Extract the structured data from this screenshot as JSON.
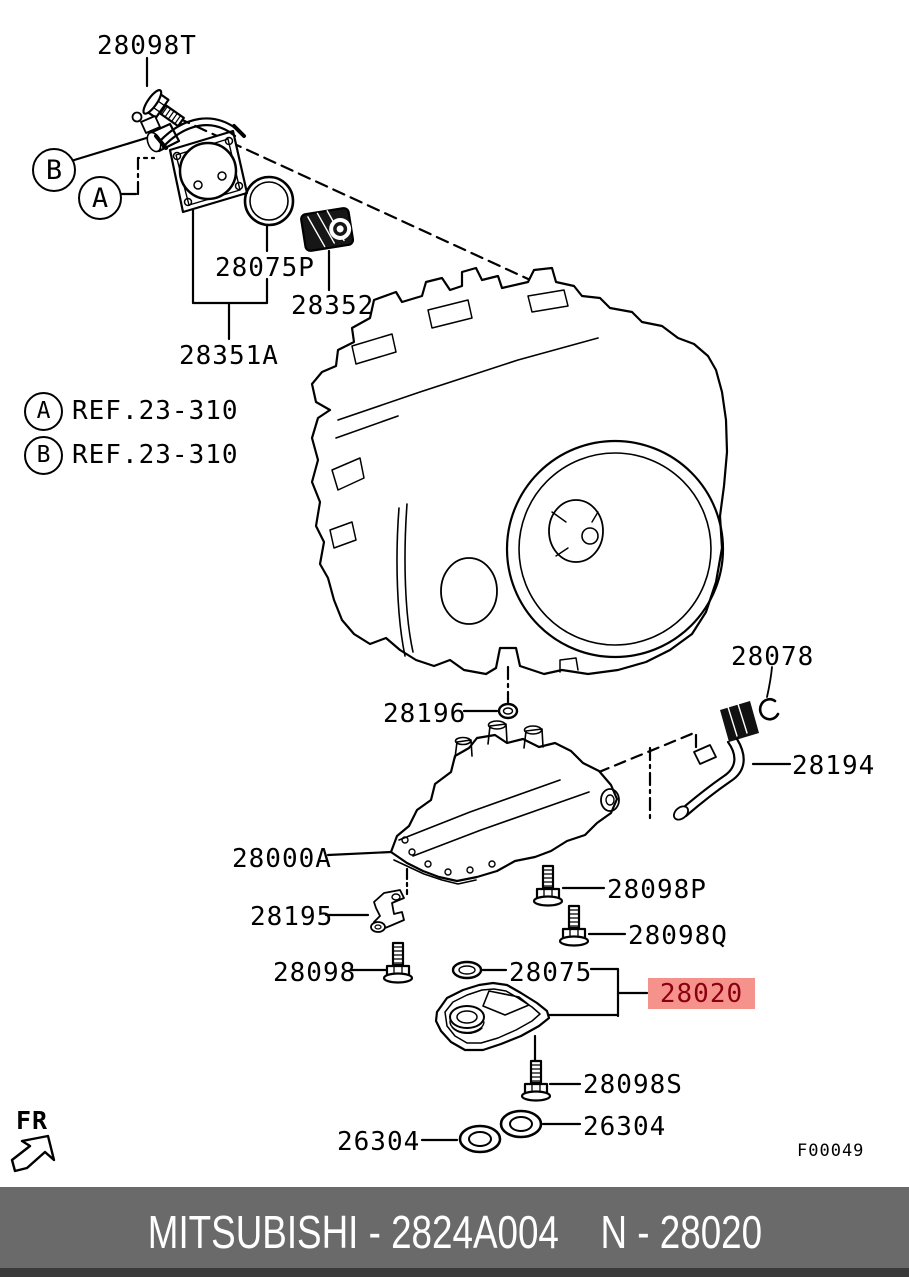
{
  "diagram": {
    "figure_code": "F00049",
    "direction_label": "FR",
    "legend": [
      {
        "marker": "A",
        "text": "REF.23-310"
      },
      {
        "marker": "B",
        "text": "REF.23-310"
      }
    ],
    "markers": {
      "top_b": "B",
      "top_a": "A"
    },
    "labels": {
      "l28098T": "28098T",
      "l28075P": "28075P",
      "l28352": "28352",
      "l28351A": "28351A",
      "l28196": "28196",
      "l28078": "28078",
      "l28194": "28194",
      "l28000A": "28000A",
      "l28098P": "28098P",
      "l28195": "28195",
      "l28098Q": "28098Q",
      "l28098": "28098",
      "l28075": "28075",
      "l28098S": "28098S",
      "l26304a": "26304",
      "l26304b": "26304"
    },
    "highlight": {
      "part": "28020",
      "bg_color": "#f6928c",
      "text_color": "#8b0010"
    }
  },
  "footer": {
    "left": "MITSUBISHI - 2824A004",
    "right": "N - 28020",
    "bg_color": "#6a6a6a",
    "text_color": "#ffffff"
  }
}
